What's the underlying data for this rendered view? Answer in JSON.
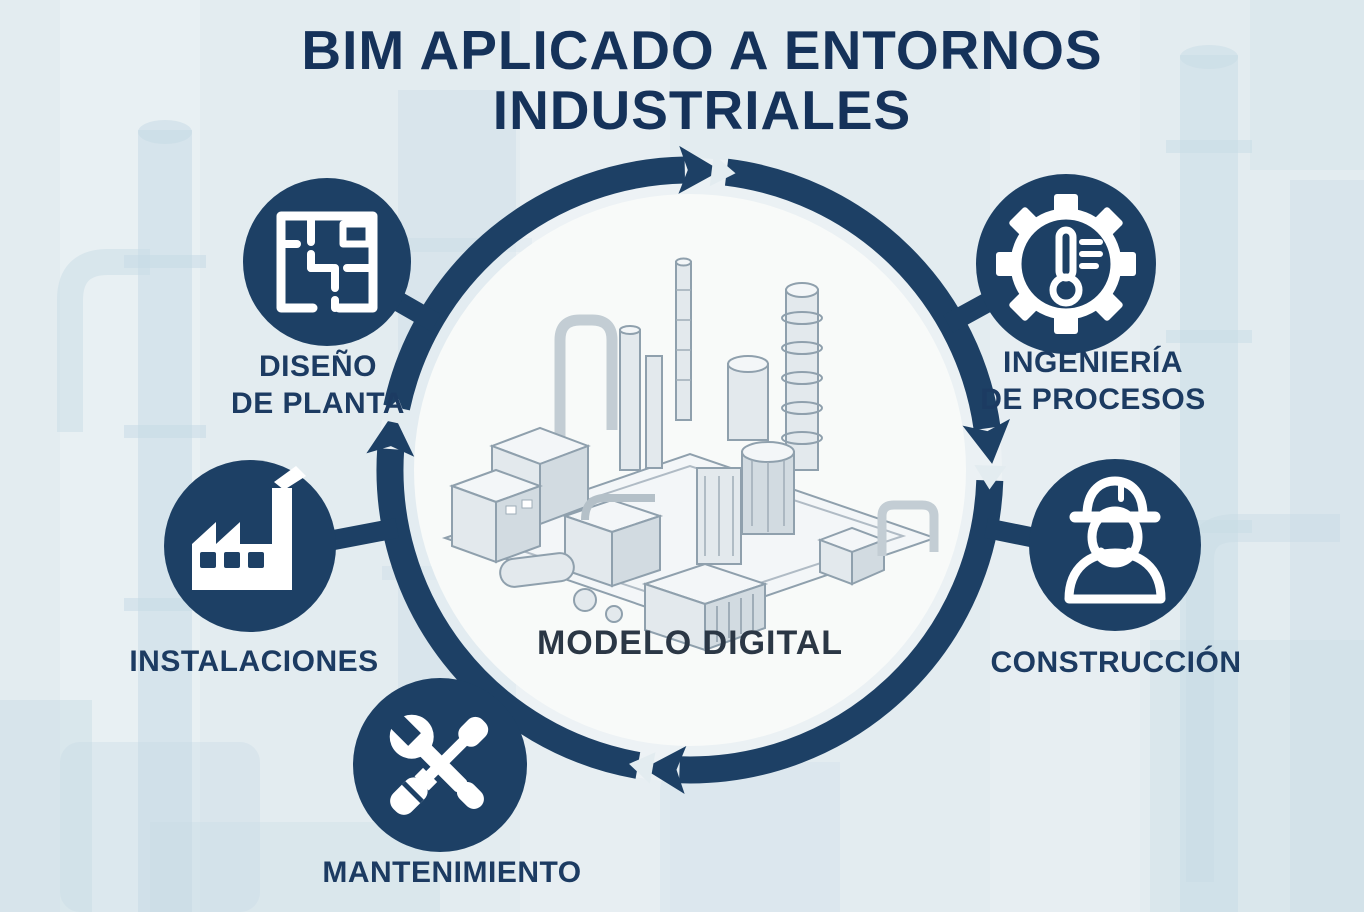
{
  "title": {
    "line1": "BIM APLICADO A ENTORNOS",
    "line2": "INDUSTRIALES"
  },
  "center": {
    "label": "MODELO DIGITAL",
    "illustration": "isometric-industrial-plant-drawing"
  },
  "nodes": [
    {
      "id": "diseno-de-planta",
      "icon": "floor-plan-icon",
      "lines": [
        "DISEÑO",
        "DE PLANTA"
      ]
    },
    {
      "id": "ingenieria-de-procesos",
      "icon": "gear-thermometer-icon",
      "lines": [
        "INGENIERÍA",
        "DE PROCESOS"
      ]
    },
    {
      "id": "construccion",
      "icon": "construction-worker-icon",
      "lines": [
        "CONSTRUCCIÓN"
      ]
    },
    {
      "id": "instalaciones",
      "icon": "factory-icon",
      "lines": [
        "INSTALACIONES"
      ]
    },
    {
      "id": "mantenimiento",
      "icon": "wrench-screwdriver-icon",
      "lines": [
        "MANTENIMIENTO"
      ]
    }
  ],
  "cycle": {
    "direction": "clockwise",
    "segments": 4,
    "arrow_color": "#1d4065"
  },
  "colors": {
    "navy": "#1d4065",
    "title_text": "#15325a",
    "label_text": "#1c3b62",
    "background": "#e3ecf0",
    "silhouette": "#c7dbe5",
    "center_circle": "#f8faf9",
    "center_label_text": "#2b3745",
    "icon": "#ffffff"
  }
}
